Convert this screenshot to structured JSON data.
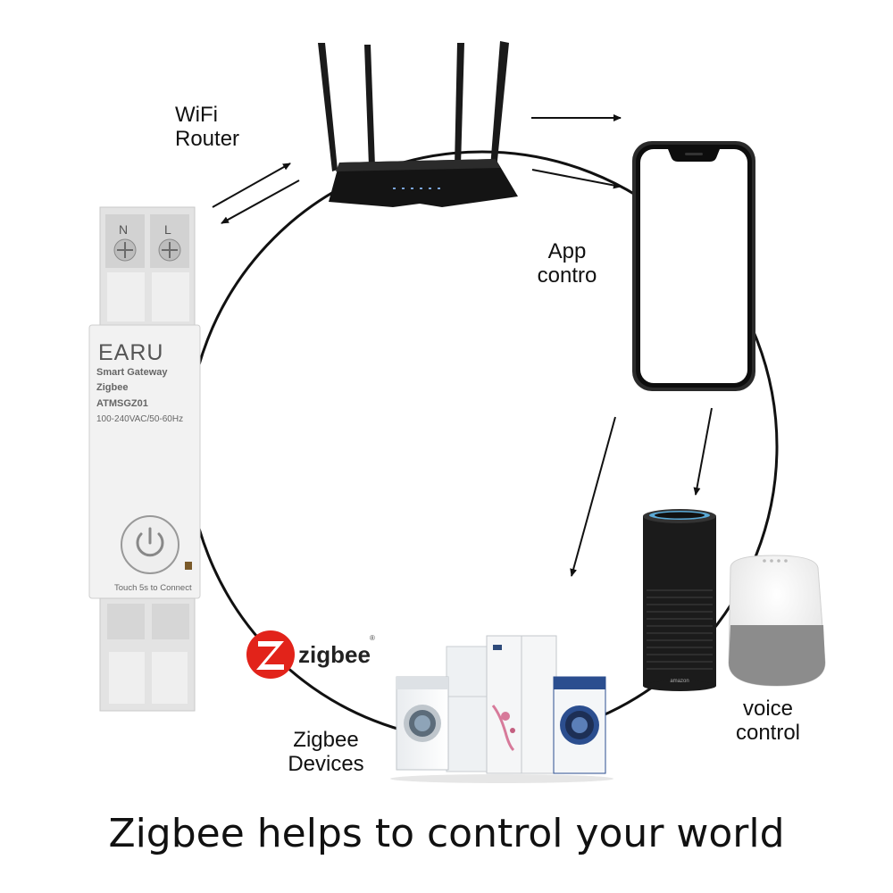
{
  "labels": {
    "wifi_router": [
      "WiFi",
      "Router"
    ],
    "app_control": [
      "App",
      "contro"
    ],
    "voice_control": [
      "voice",
      "control"
    ],
    "zigbee_devices": [
      "Zigbee",
      "Devices"
    ]
  },
  "tagline": "Zigbee helps to control your world",
  "gateway": {
    "brand": "EARU",
    "line1": "Smart Gateway",
    "line2": "Zigbee",
    "model": "ATMSGZ01",
    "rating": "100-240VAC/50-60Hz",
    "button_caption": "Touch 5s to Connect",
    "terminal_n": "N",
    "terminal_l": "L"
  },
  "zigbee_logo": {
    "text": "zigbee",
    "registered": "®",
    "color": "#e2231a"
  },
  "speaker_brand": "amazon",
  "colors": {
    "circle": "#111111",
    "arrow": "#111111",
    "zigbee_red": "#e2231a"
  }
}
